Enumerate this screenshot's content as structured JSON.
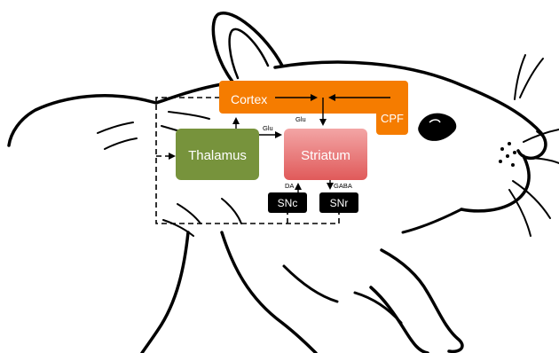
{
  "nodes": {
    "cortex": {
      "label": "Cortex",
      "color": "#f57c00"
    },
    "cpf": {
      "label": "CPF",
      "color": "#f57c00"
    },
    "thalamus": {
      "label": "Thalamus",
      "color": "#77933c"
    },
    "striatum": {
      "label": "Striatum",
      "color": "#e46464"
    },
    "snc": {
      "label": "SNc",
      "color": "#000000"
    },
    "snr": {
      "label": "SNr",
      "color": "#000000"
    }
  },
  "edge_labels": {
    "thalamus_to_striatum": "Glu",
    "cortex_to_striatum": "Glu",
    "snc_to_striatum": "DA",
    "striatum_to_snr": "GABA"
  },
  "illustration": {
    "subject": "rat-head-outline",
    "line_color": "#000000"
  }
}
